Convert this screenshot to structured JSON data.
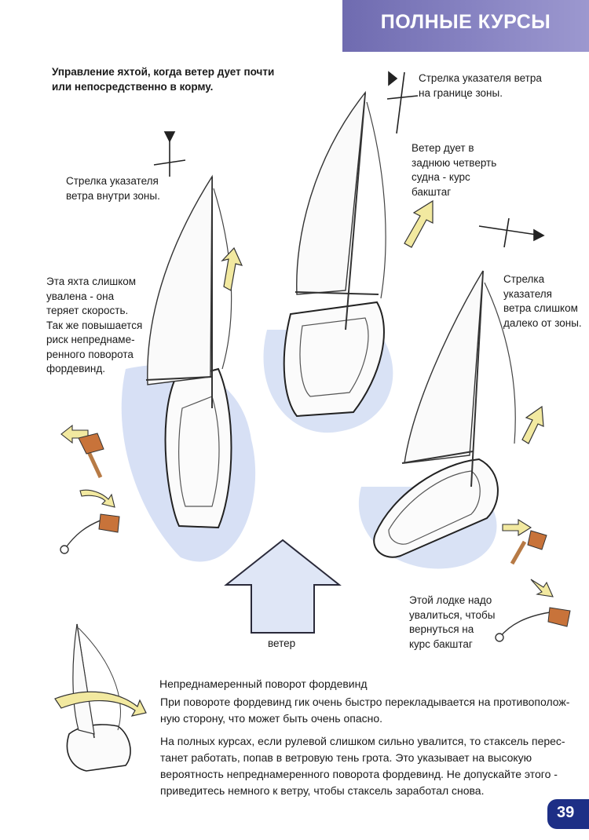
{
  "header": {
    "title": "ПОЛНЫЕ КУРСЫ"
  },
  "intro": {
    "line1": "Управление яхтой, когда ветер дует почти",
    "line2": "или непосредственно в корму."
  },
  "label_left": {
    "lines": [
      "Стрелка указателя",
      "ветра внутри зоны."
    ]
  },
  "label_top_right": {
    "lines": [
      "Стрелка указателя ветра",
      "на границе зоны."
    ]
  },
  "label_broad_reach": {
    "lines": [
      "Ветер дует в",
      "заднюю четверть",
      "судна - курс",
      "бакштаг"
    ]
  },
  "label_too_far": {
    "lines": [
      "Стрелка",
      "указателя",
      "ветра слишком",
      "далеко от зоны."
    ]
  },
  "label_too_low": {
    "lines": [
      "Эта яхта слишком",
      "увалена - она",
      "теряет скорость.",
      "Так же повышается",
      "риск непреднаме-",
      "ренного поворота",
      "фордевинд."
    ]
  },
  "label_bear_away": {
    "lines": [
      "Этой лодке надо",
      "увалиться, чтобы",
      "вернуться на",
      "курс бакштаг"
    ]
  },
  "wind_label": "ветер",
  "gybe_heading": "Непреднамеренный поворот фордевинд",
  "para1": {
    "lines": [
      "При повороте фордевинд гик очень быстро перекладывается на противополож-",
      "ную сторону, что может быть очень опасно."
    ]
  },
  "para2": {
    "lines": [
      "На полных курсах, если рулевой слишком сильно увалится, то стаксель перес-",
      "танет работать, попав в ветровую тень грота. Это указывает на высокую",
      "вероятность непреднамеренного поворота фордевинд. Не допускайте этого -",
      "приведитесь немного к ветру, чтобы стаксель заработал снова."
    ]
  },
  "page_number": "39",
  "colors": {
    "header": "#7f7bbd",
    "badge": "#1d2f86",
    "arrow_yellow": "#f2e9a0",
    "arrow_blue": "#dfe6f6",
    "water": "#c9d6f1",
    "tiller": "#c8733a"
  }
}
